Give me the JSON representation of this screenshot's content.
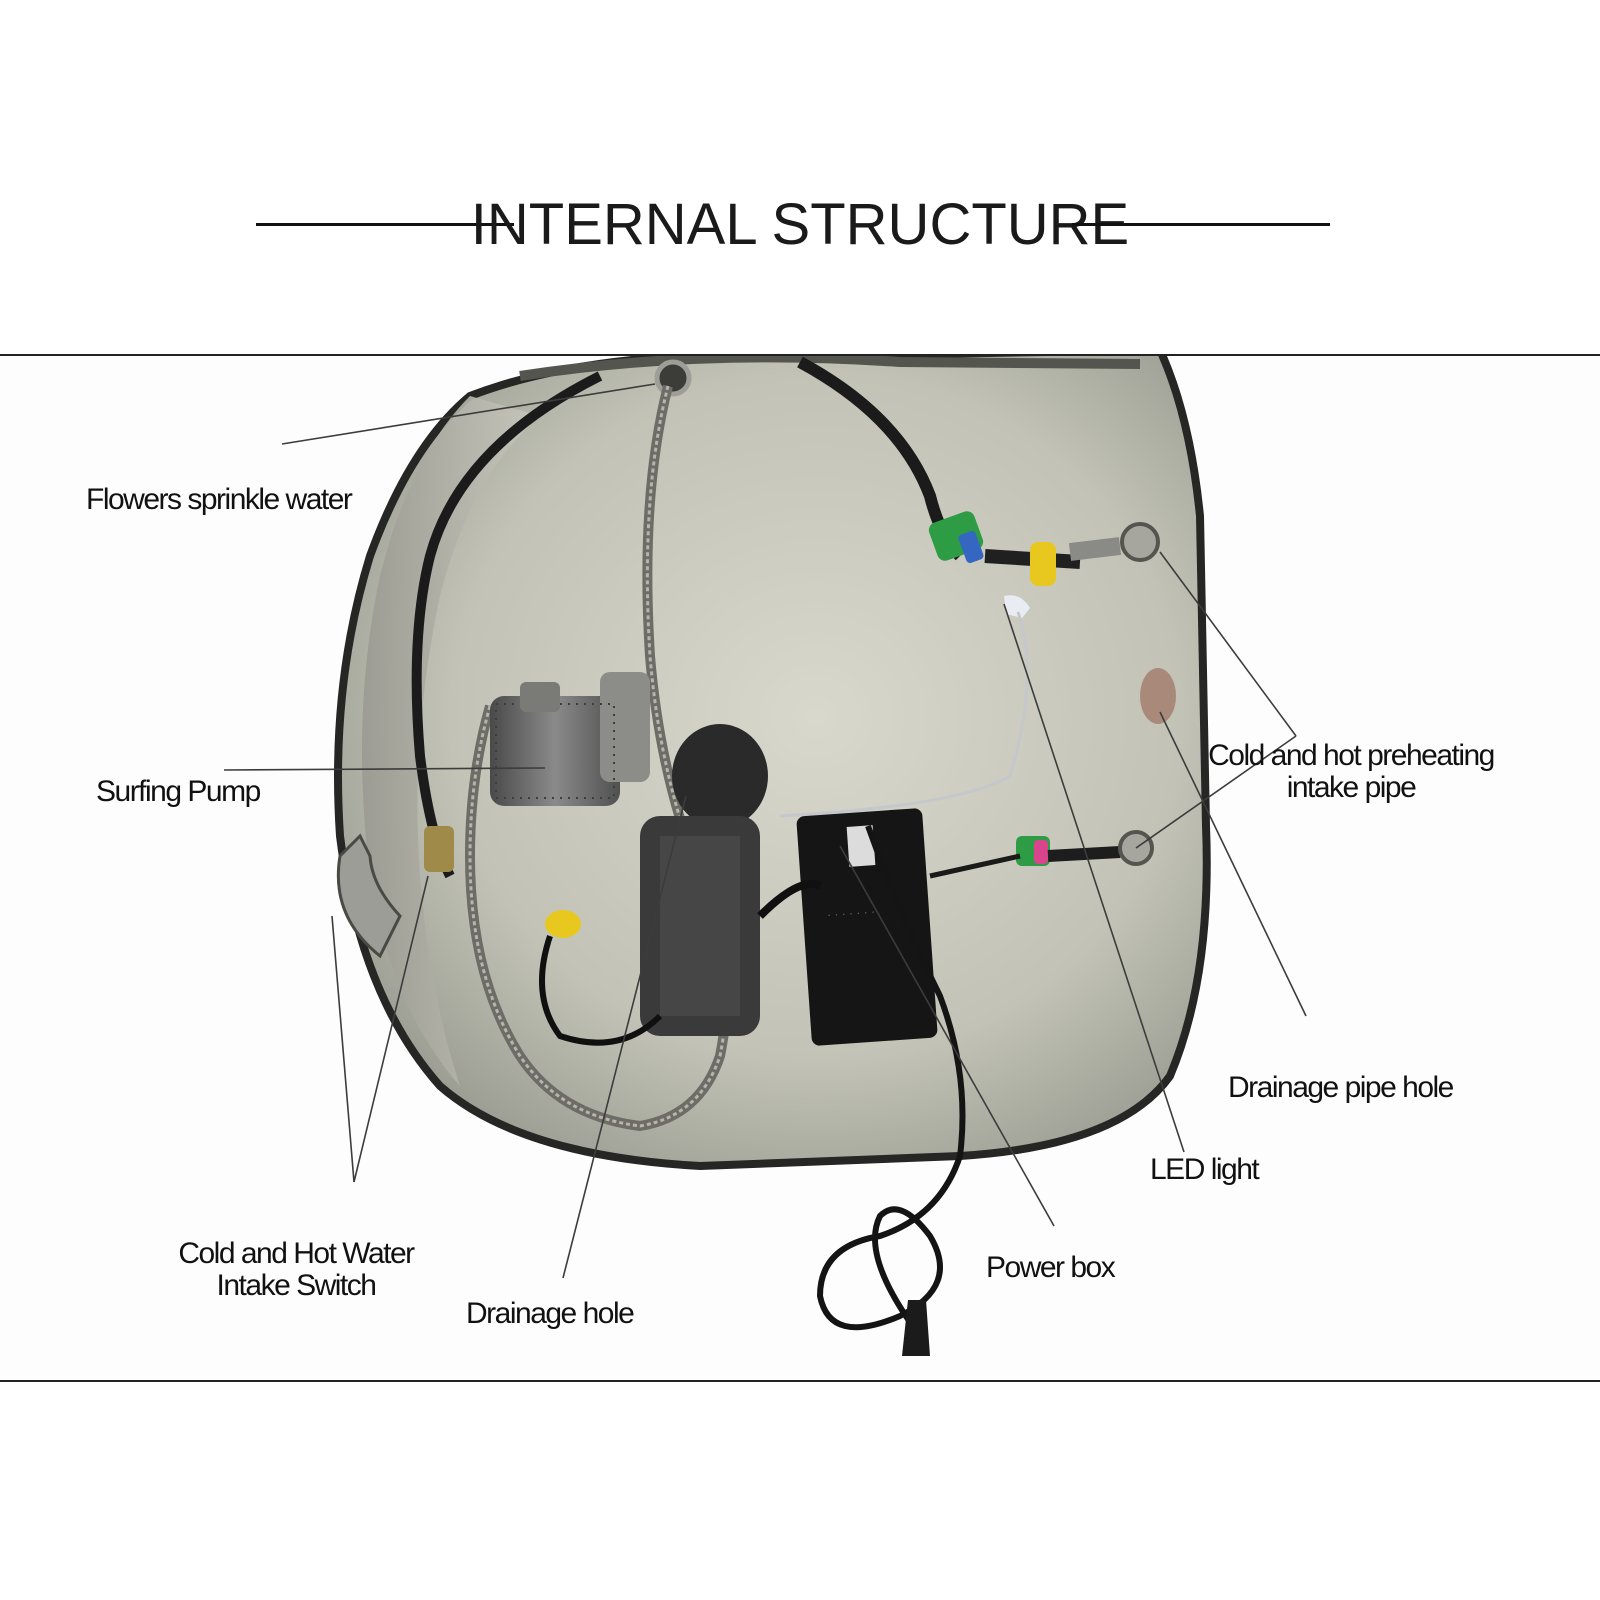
{
  "title": "INTERNAL STRUCTURE",
  "labels": {
    "flowers_sprinkle": "Flowers sprinkle water",
    "surfing_pump": "Surfing Pump",
    "cold_hot_switch_line1": "Cold and Hot Water",
    "cold_hot_switch_line2": "Intake Switch",
    "drainage_hole": "Drainage hole",
    "power_box": "Power box",
    "led_light": "LED light",
    "drainage_pipe_hole": "Drainage pipe hole",
    "preheating_line1": "Cold and hot preheating",
    "preheating_line2": "intake pipe"
  },
  "colors": {
    "text": "#111111",
    "basin_interior": "#c9c9bc",
    "basin_rim": "#2a2a28",
    "power_box": "#151515",
    "pump": "#6a6a6a",
    "ring_green": "#2e9c45",
    "ring_yellow": "#e8c81e",
    "ring_blue": "#3466c2",
    "ring_pink": "#d9458c"
  }
}
